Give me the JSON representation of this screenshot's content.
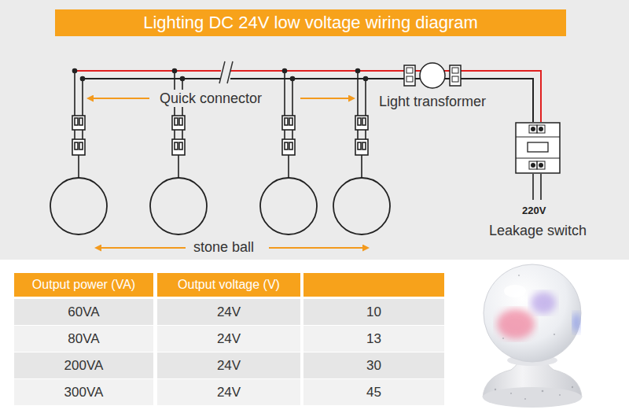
{
  "diagram": {
    "title": "Lighting DC 24V low voltage wiring diagram",
    "nodes": [
      {
        "text": [
          "Light transformer"
        ]
      },
      {
        "text": [
          "Leakage switch"
        ]
      }
    ],
    "edges": [
      {
        "from": 0,
        "to": 1,
        "arrow": "none"
      }
    ],
    "labels": [
      "Quick connector",
      "stone ball",
      "220V",
      "Output power (VA)",
      "Output voltage (V)",
      "60VA",
      "24V",
      "10",
      "80VA",
      "24V",
      "13",
      "200VA",
      "24V",
      "30",
      "300VA",
      "24V",
      "45"
    ]
  }
}
